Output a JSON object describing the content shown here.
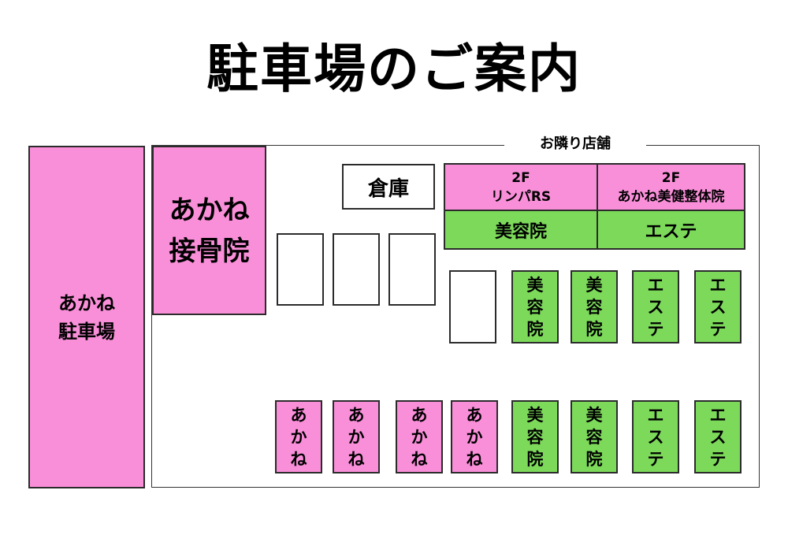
{
  "title": "駐車場のご案内",
  "colors": {
    "pink": "#f98fd9",
    "green": "#7cd95a",
    "border": "#2b2b2b"
  },
  "lot": {
    "label_line1": "あかね",
    "label_line2": "駐車場"
  },
  "clinic": {
    "line1": "あかね",
    "line2": "接骨院"
  },
  "storage": "倉庫",
  "neighbor_label": "お隣り店舗",
  "floor2": {
    "left": {
      "floor": "2F",
      "name": "リンパRS"
    },
    "right": {
      "floor": "2F",
      "name": "あかね美健整体院"
    }
  },
  "floor1": {
    "left": "美容院",
    "right": "エステ"
  },
  "spaces": {
    "akane": [
      "あ",
      "か",
      "ね"
    ],
    "biyouin": [
      "美",
      "容",
      "院"
    ],
    "esute": [
      "エ",
      "ス",
      "テ"
    ]
  }
}
